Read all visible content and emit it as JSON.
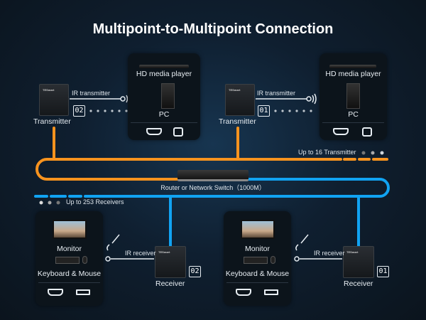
{
  "title": "Multipoint-to-Multipoint Connection",
  "colors": {
    "transmitter_line": "#f7931e",
    "receiver_line": "#11a3f2",
    "background": "#0f1f30"
  },
  "transmitters": [
    {
      "label": "Transmitter",
      "ir_label": "IR transmitter",
      "number": "02",
      "source": {
        "player": "HD media player",
        "pc": "PC",
        "ports": [
          "hdmi-icon",
          "usb-b-icon"
        ]
      }
    },
    {
      "label": "Transmitter",
      "ir_label": "IR transmitter",
      "number": "01",
      "source": {
        "player": "HD media player",
        "pc": "PC",
        "ports": [
          "hdmi-icon",
          "usb-b-icon"
        ]
      }
    }
  ],
  "switch_label": "Router or Network Switch（1000M）",
  "tx_capacity": "Up to 16 Transmitter",
  "rx_capacity": "Up to 253 Receivers",
  "receivers": [
    {
      "label": "Receiver",
      "ir_label": "IR receiver",
      "number": "02",
      "sink": {
        "monitor": "Monitor",
        "input": "Keyboard & Mouse",
        "ports": [
          "hdmi-icon",
          "usb-a-icon"
        ]
      }
    },
    {
      "label": "Receiver",
      "ir_label": "IR receiver",
      "number": "01",
      "sink": {
        "monitor": "Monitor",
        "input": "Keyboard & Mouse",
        "ports": [
          "hdmi-icon",
          "usb-a-icon"
        ]
      }
    }
  ]
}
